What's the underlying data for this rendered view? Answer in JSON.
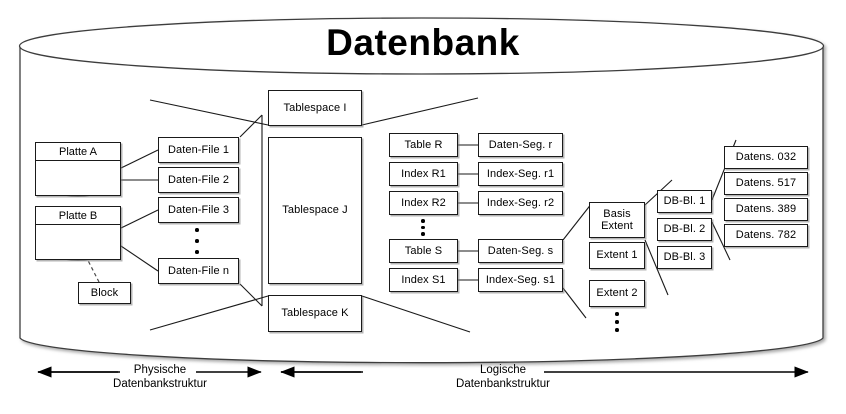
{
  "diagram": {
    "title": "Datenbank",
    "cylinder_label": "database-cylinder"
  },
  "physical": {
    "disks": [
      {
        "label": "Platte A",
        "icon": "disk-platter-icon"
      },
      {
        "label": "Platte B",
        "icon": "disk-platter-icon"
      }
    ],
    "block": {
      "label": "Block"
    },
    "data_files": [
      "Daten-File 1",
      "Daten-File 2",
      "Daten-File 3",
      "Daten-File n"
    ],
    "data_files_ellipsis": "vertical-ellipsis"
  },
  "tablespaces": [
    "Tablespace I",
    "Tablespace J",
    "Tablespace K"
  ],
  "logical": {
    "objects": [
      "Table R",
      "Index R1",
      "Index R2",
      "Table S",
      "Index S1"
    ],
    "objects_ellipsis": "vertical-ellipsis",
    "segments": [
      "Daten-Seg. r",
      "Index-Seg. r1",
      "Index-Seg. r2",
      "Daten-Seg. s",
      "Index-Seg. s1"
    ],
    "extents": [
      {
        "line1": "Basis",
        "line2": "Extent"
      },
      {
        "line1": "Extent 1",
        "line2": ""
      },
      {
        "line1": "Extent 2",
        "line2": ""
      }
    ],
    "extents_ellipsis": "vertical-ellipsis",
    "db_blocks": [
      "DB-Bl. 1",
      "DB-Bl. 2",
      "DB-Bl. 3"
    ],
    "records": [
      "Datens. 032",
      "Datens. 517",
      "Datens. 389",
      "Datens. 782"
    ]
  },
  "footer": {
    "physical": {
      "line1": "Physische",
      "line2": "Datenbankstruktur"
    },
    "logical": {
      "line1": "Logische",
      "line2": "Datenbankstruktur"
    }
  },
  "colors": {
    "stroke": "#1a1a1a",
    "background": "#ffffff",
    "shadow": "#787878"
  }
}
